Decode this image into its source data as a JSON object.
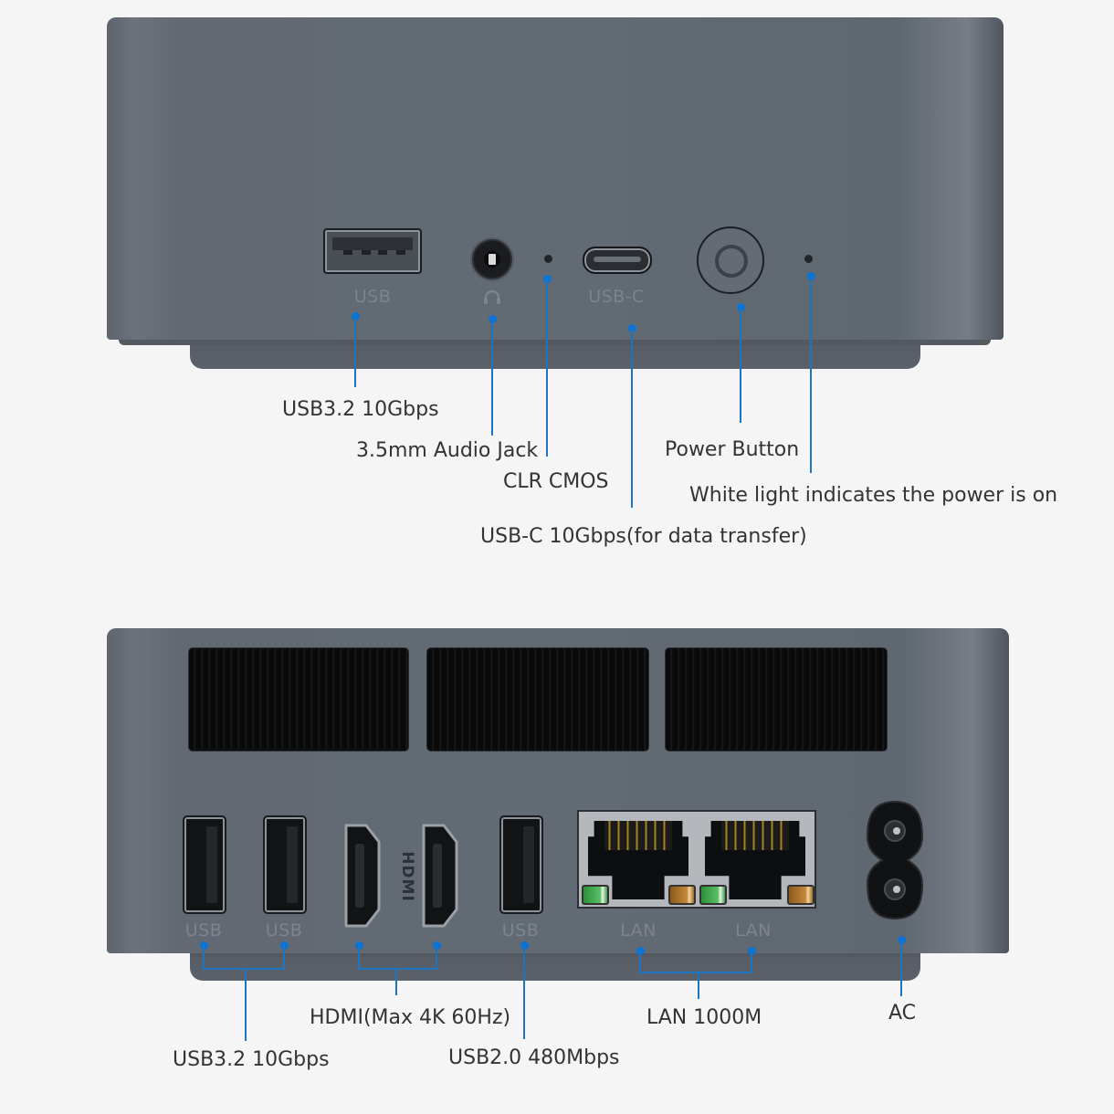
{
  "front_panel": {
    "printed_labels": {
      "usb": "USB",
      "headphone_icon": "headphone-icon",
      "usb_c": "USB-C"
    },
    "callouts": {
      "usb": "USB3.2 10Gbps",
      "audio": "3.5mm Audio Jack",
      "clr_cmos": "CLR CMOS",
      "usb_c": "USB-C 10Gbps(for data transfer)",
      "power_button": "Power Button",
      "power_led": "White light indicates the power is on"
    }
  },
  "rear_panel": {
    "printed_labels": {
      "usb1": "USB",
      "usb2": "USB",
      "hdmi_logo": "HDMI",
      "usb3": "USB",
      "lan1": "LAN",
      "lan2": "LAN"
    },
    "callouts": {
      "usb32": "USB3.2 10Gbps",
      "hdmi": "HDMI(Max 4K 60Hz)",
      "usb20": "USB2.0 480Mbps",
      "lan": "LAN 1000M",
      "ac": "AC"
    }
  },
  "colors": {
    "callout_line": "#1b74c4",
    "callout_dot": "#0a74d6",
    "device_body": "#626a74",
    "background": "#f5f5f5",
    "lan_led_green": "#57c065",
    "lan_led_orange": "#c6873a"
  }
}
